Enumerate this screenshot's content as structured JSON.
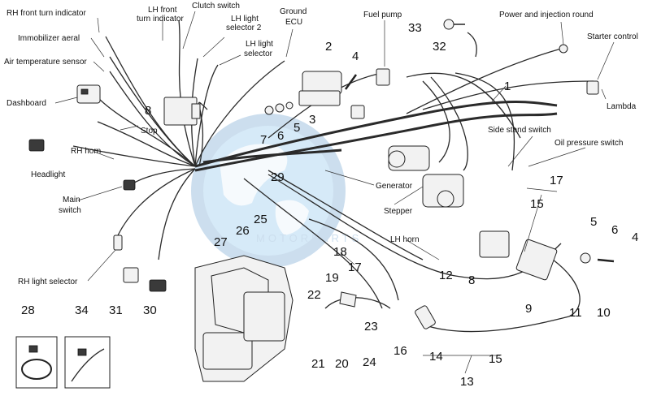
{
  "labels": {
    "rh_front_turn": "RH front turn indicator",
    "immobilizer": "Immobilizer aeral",
    "air_temp": "Air temperature sensor",
    "dashboard": "Dashboard",
    "headlight": "Headlight",
    "rh_horn": "RH horn",
    "main_switch_1": "Main",
    "main_switch_2": "switch",
    "rh_light_selector": "RH light selector",
    "lh_front_turn_1": "LH front",
    "lh_front_turn_2": "turn indicator",
    "clutch_switch": "Clutch switch",
    "lh_light_sel2_1": "LH light",
    "lh_light_sel2_2": "selector 2",
    "lh_light_sel_1": "LH light",
    "lh_light_sel_2": "selector",
    "ground_ecu_1": "Ground",
    "ground_ecu_2": "ECU",
    "fuel_pump": "Fuel pump",
    "power_injection": "Power and injection round",
    "starter_control": "Starter control",
    "lambda": "Lambda",
    "side_stand": "Side stand switch",
    "oil_pressure": "Oil pressure switch",
    "stop": "Stop",
    "generator": "Generator",
    "stepper": "Stepper",
    "lh_horn": "LH horn"
  },
  "numbers": [
    "1",
    "2",
    "3",
    "4",
    "5",
    "6",
    "7",
    "8",
    "9",
    "10",
    "11",
    "12",
    "13",
    "14",
    "15",
    "16",
    "17",
    "18",
    "19",
    "20",
    "21",
    "22",
    "23",
    "24",
    "25",
    "26",
    "27",
    "28",
    "29",
    "30",
    "31",
    "32",
    "33",
    "34"
  ],
  "numbers_extra": [
    "8",
    "5",
    "6",
    "4",
    "15",
    "17"
  ],
  "watermark": {
    "brand": "MOTORPARTS"
  }
}
